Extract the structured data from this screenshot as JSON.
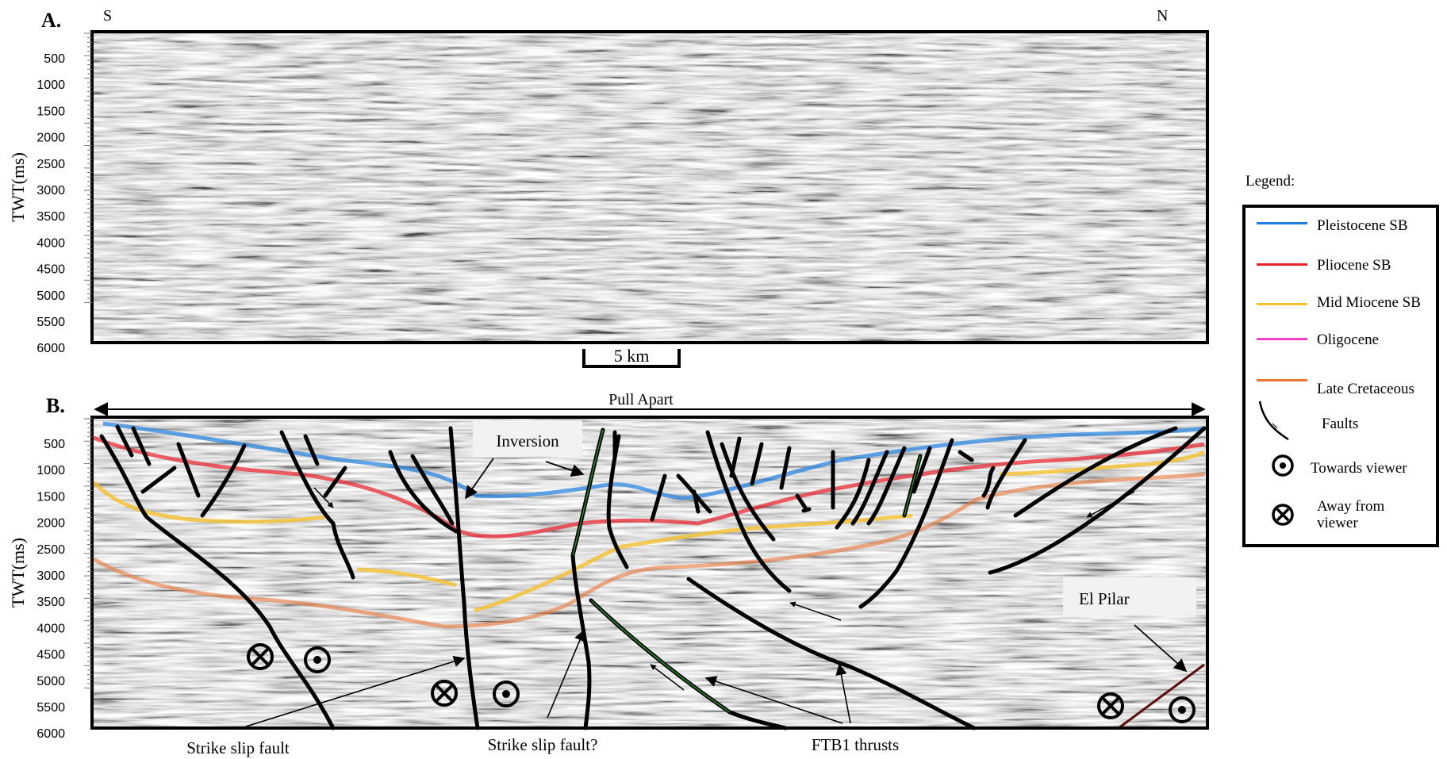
{
  "panels": {
    "a": {
      "label": "A.",
      "south": "S",
      "north": "N",
      "yaxis_label": "TWT(ms)",
      "ticks": [
        "500",
        "1000",
        "1500",
        "2000",
        "2500",
        "3000",
        "3500",
        "4000",
        "4500",
        "5000",
        "5500",
        "6000"
      ],
      "scale_bar": "5 km"
    },
    "b": {
      "label": "B.",
      "yaxis_label": "TWT(ms)",
      "ticks": [
        "500",
        "1000",
        "1500",
        "2000",
        "2500",
        "3000",
        "3500",
        "4000",
        "4500",
        "5000",
        "5500",
        "6000"
      ],
      "pull_apart": "Pull Apart",
      "inversion": "Inversion",
      "el_pilar": "El Pilar",
      "strike_slip_1": "Strike slip fault",
      "strike_slip_2": "Strike slip fault?",
      "ftb1": "FTB1 thrusts"
    }
  },
  "legend": {
    "title": "Legend:",
    "pleistocene": {
      "label": "Pleistocene SB",
      "color": "#1f7fe0"
    },
    "pliocene": {
      "label": "Pliocene SB",
      "color": "#e8202a"
    },
    "mid_miocene": {
      "label": "Mid Miocene SB",
      "color": "#f5c030"
    },
    "oligocene": {
      "label": "Oligocene",
      "color": "#f040c8"
    },
    "late_cretaceous": {
      "label": "Late Cretaceous",
      "color": "#e8783a"
    },
    "faults": "Faults",
    "towards": "Towards viewer",
    "away": "Away from viewer"
  }
}
